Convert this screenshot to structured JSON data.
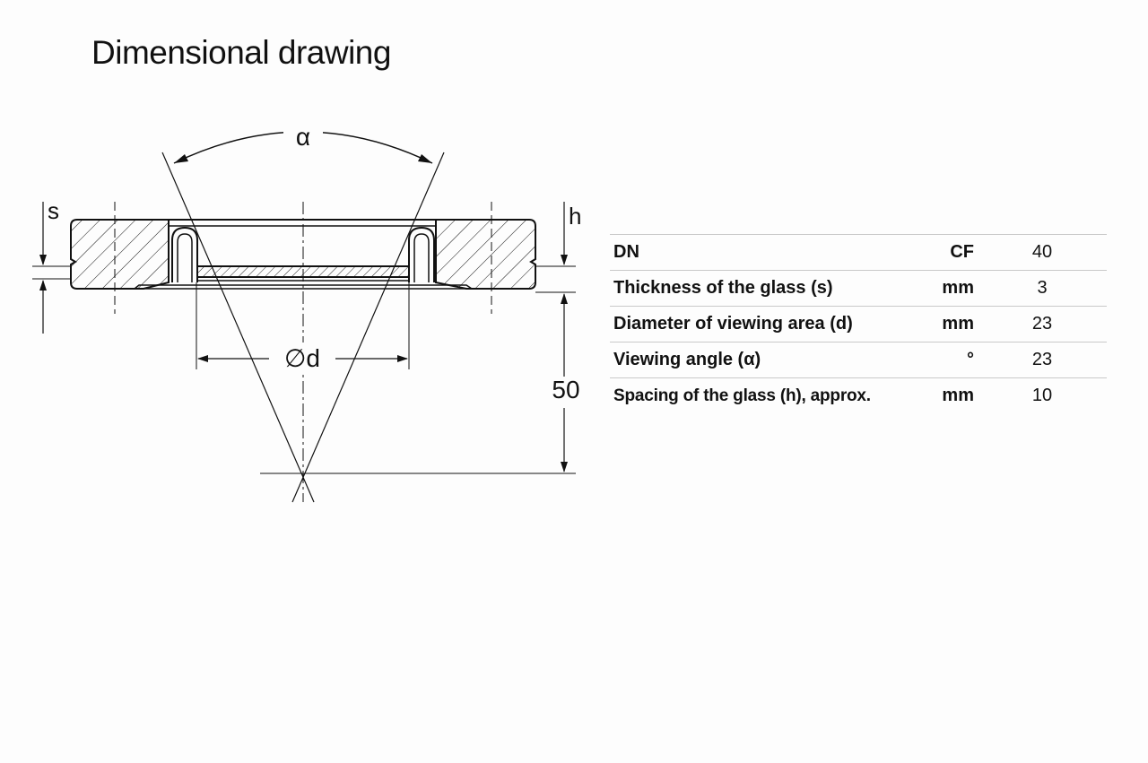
{
  "title": "Dimensional drawing",
  "drawing": {
    "label_alpha": "α",
    "label_s": "s",
    "label_h": "h",
    "label_d": "∅d",
    "label_distance": "50"
  },
  "table": {
    "rows": [
      {
        "label": "DN",
        "unit": "CF",
        "value": "40"
      },
      {
        "label": "Thickness of the glass (s)",
        "unit": "mm",
        "value": "3"
      },
      {
        "label": "Diameter of viewing area (d)",
        "unit": "mm",
        "value": "23"
      },
      {
        "label": "Viewing angle (α)",
        "unit": "°",
        "value": "23"
      },
      {
        "label": "Spacing of the glass (h), approx.",
        "unit": "mm",
        "value": "10"
      }
    ]
  }
}
